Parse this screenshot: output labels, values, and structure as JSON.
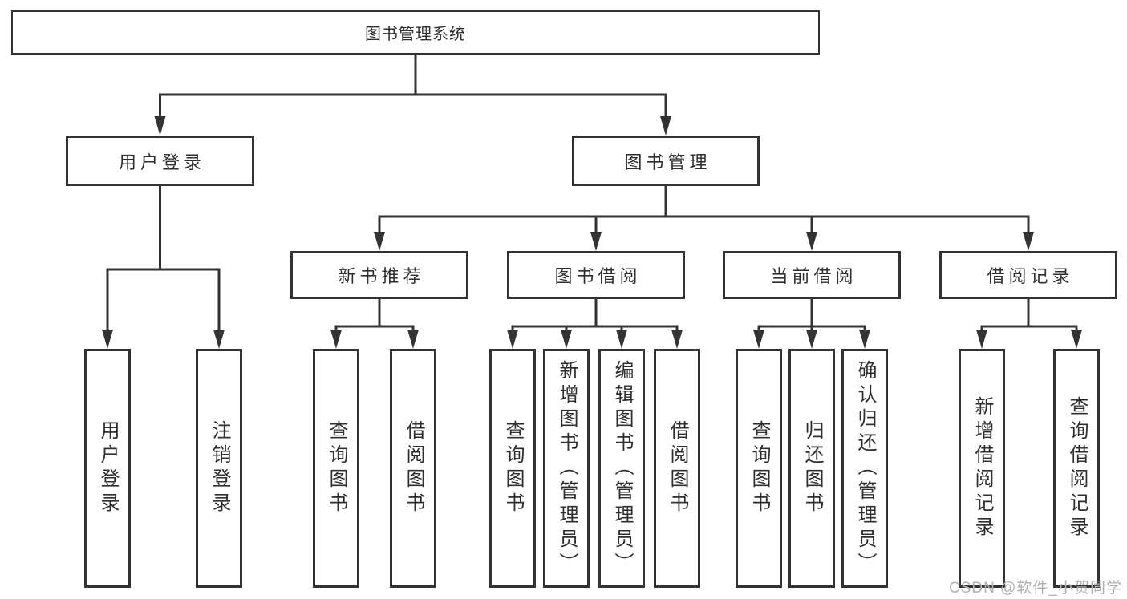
{
  "diagram_title": "图书管理系统",
  "tree": {
    "label": "图书管理系统",
    "children": [
      {
        "label": "用户登录",
        "children": [
          {
            "label": "用户登录"
          },
          {
            "label": "注销登录"
          }
        ]
      },
      {
        "label": "图书管理",
        "children": [
          {
            "label": "新书推荐",
            "children": [
              {
                "label": "查询图书"
              },
              {
                "label": "借阅图书"
              }
            ]
          },
          {
            "label": "图书借阅",
            "children": [
              {
                "label": "查询图书"
              },
              {
                "label": "新增图书（管理员）"
              },
              {
                "label": "编辑图书（管理员）"
              },
              {
                "label": "借阅图书"
              }
            ]
          },
          {
            "label": "当前借阅",
            "children": [
              {
                "label": "查询图书"
              },
              {
                "label": "归还图书"
              },
              {
                "label": "确认归还（管理员）"
              }
            ]
          },
          {
            "label": "借阅记录",
            "children": [
              {
                "label": "新增借阅记录"
              },
              {
                "label": "查询借阅记录"
              }
            ]
          }
        ]
      }
    ]
  },
  "watermark": {
    "text": "CSDN @软件_小贺同学"
  },
  "colors": {
    "line": "#333333",
    "box_border": "#333333",
    "text": "#2f2f2f",
    "background": "#ffffff",
    "watermark": "#b0b0b0"
  }
}
